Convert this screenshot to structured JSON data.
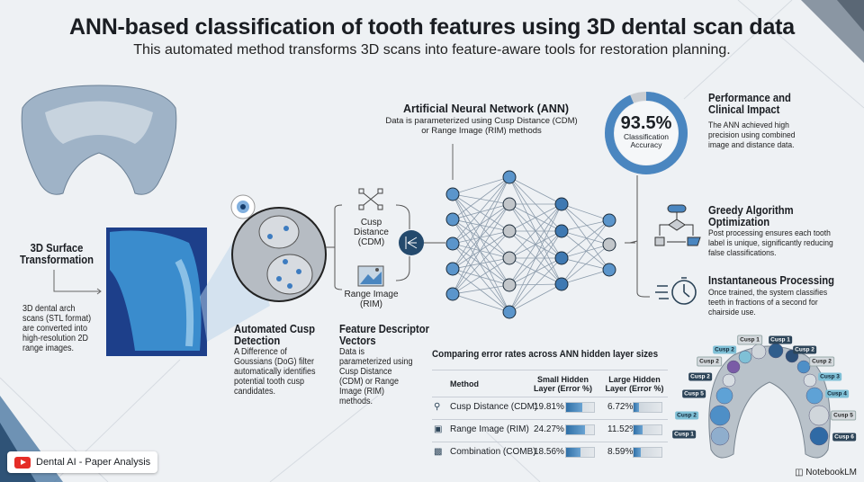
{
  "header": {
    "title": "ANN-based classification of tooth features using 3D dental scan data",
    "subtitle": "This automated method transforms 3D scans into feature-aware tools for restoration planning."
  },
  "surface": {
    "title": "3D Surface Transformation",
    "text": "3D dental arch scans (STL format) are converted into high-resolution 2D range images."
  },
  "cusp_detection": {
    "title": "Automated Cusp Detection",
    "text": "A Difference of Goussians (DoG) filter automatically identifies potential tooth cusp candidates."
  },
  "features": {
    "cdm_label": "Cusp Distance (CDM)",
    "rim_label": "Range Image (RIM)",
    "title": "Feature Descriptor Vectors",
    "text": "Data is parameterized using Cusp Distance (CDM) or Range Image (RIM) methods."
  },
  "ann": {
    "title": "Artificial Neural Network (ANN)",
    "text": "Data is parameterized using Cusp Distance (CDM) or Range Image (RIM) methods",
    "layers": [
      5,
      6,
      4,
      3
    ]
  },
  "accuracy": {
    "value": "93.5%",
    "fraction": 0.935,
    "label": "Classification Accuracy"
  },
  "performance": {
    "title": "Performance and Clinical Impact",
    "text": "The ANN achieved high precision using combined image and distance data."
  },
  "greedy": {
    "title": "Greedy Algorithm Optimization",
    "text": "Post processing ensures each tooth label is unique, significantly reducing false classifications."
  },
  "instant": {
    "title": "Instantaneous Processing",
    "text": "Once trained, the system classifies teeth in fractions of a second for chairside use."
  },
  "table": {
    "title": "Comparing error rates across ANN hidden layer sizes",
    "headers": [
      "Method",
      "Small Hidden Layer (Error %)",
      "Large Hidden Layer (Error %)"
    ],
    "rows": [
      {
        "method": "Cusp Distance (CDM)",
        "small": "19.81%",
        "large": "6.72%",
        "small_v": 19.81,
        "large_v": 6.72,
        "icon": "nodes-icon"
      },
      {
        "method": "Range Image (RIM)",
        "small": "24.27%",
        "large": "11.52%",
        "small_v": 24.27,
        "large_v": 11.52,
        "icon": "image-icon"
      },
      {
        "method": "Combination (COMB)",
        "small": "18.56%",
        "large": "8.59%",
        "small_v": 18.56,
        "large_v": 8.59,
        "icon": "bar-chart-icon"
      }
    ]
  },
  "cusps": [
    "Cusp 1",
    "Cusp 1",
    "Cusp 2",
    "Cusp 2",
    "Cusp 2",
    "Cusp 2",
    "Cusp 2",
    "Cusp 3",
    "Cusp 5",
    "Cusp 4",
    "Cusp 2",
    "Cusp 5",
    "Cusp 1",
    "Cusp 6"
  ],
  "footer": {
    "channel": "Dental AI - Paper Analysis",
    "brand": "NotebookLM"
  },
  "colors": {
    "accent": "#4a86c0",
    "dark": "#2c4458"
  }
}
